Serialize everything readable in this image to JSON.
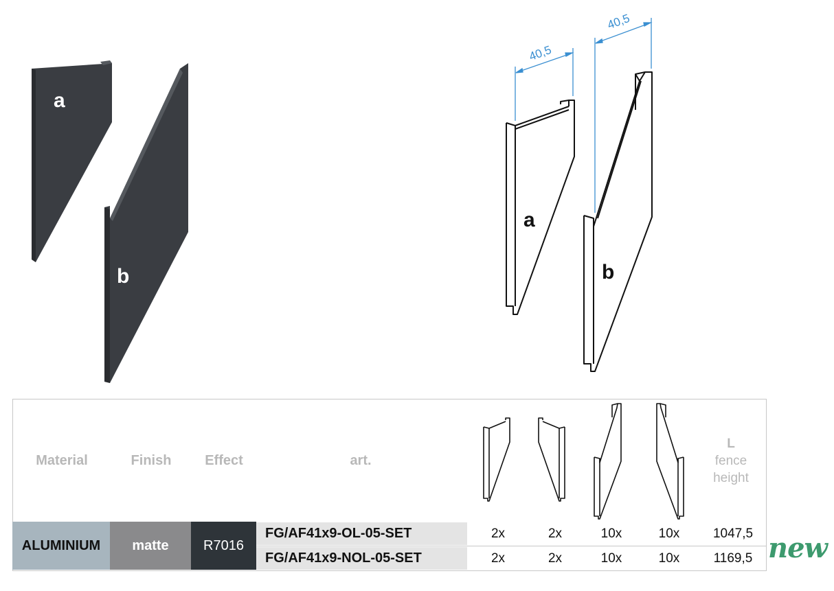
{
  "photo": {
    "label_a": "a",
    "label_b": "b"
  },
  "drawing": {
    "label_a": "a",
    "label_b": "b",
    "dim_a": "40,5",
    "dim_b": "40,5"
  },
  "table": {
    "headers": {
      "material": "Material",
      "finish": "Finish",
      "effect": "Effect",
      "art": "art.",
      "l_line1": "L",
      "l_line2": "fence",
      "l_line3": "height"
    },
    "material": "ALUMINIUM",
    "finish": "matte",
    "effect": "R7016",
    "rows": [
      {
        "art": "FG/AF41x9-OL-05-SET",
        "q1": "2x",
        "q2": "2x",
        "q3": "10x",
        "q4": "10x",
        "length": "1047,5"
      },
      {
        "art": "FG/AF41x9-NOL-05-SET",
        "q1": "2x",
        "q2": "2x",
        "q3": "10x",
        "q4": "10x",
        "length": "1169,5"
      }
    ]
  },
  "badge": "new",
  "colors": {
    "material_bg": "#a7b5be",
    "finish_bg": "#8a8a8c",
    "effect_bg": "#2e3439",
    "art_bg": "#e4e4e4",
    "dimension": "#3a8fd1",
    "badge": "#3d9a6e"
  }
}
